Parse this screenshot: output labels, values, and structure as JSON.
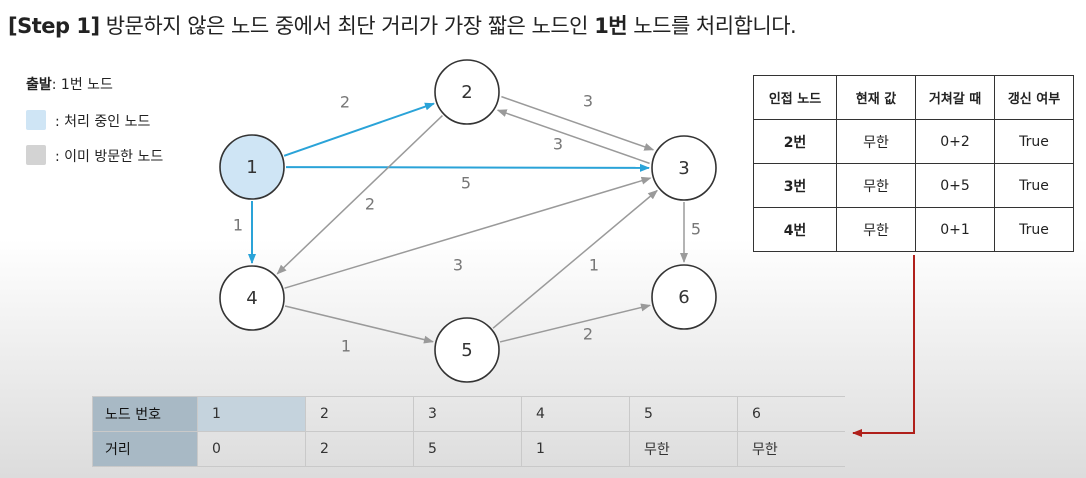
{
  "title": {
    "prefix": "[Step 1]",
    "text_before": " 방문하지 않은 노드 중에서 최단 거리가 가장 짧은 노드인 ",
    "highlight": "1번",
    "text_after": " 노드를 처리합니다."
  },
  "legend": {
    "start_label": "출발",
    "start_value": ": 1번 노드",
    "processing": ": 처리 중인 노드",
    "visited": ": 이미 방문한 노드"
  },
  "colors": {
    "processing_fill": "#cfe5f5",
    "visited_fill": "#d3d3d3",
    "active_edge": "#2aa3d8",
    "edge": "#9a9a9a",
    "pointer_arrow": "#b0201b",
    "table_header": "#a8b9c5"
  },
  "graph": {
    "nodes": [
      {
        "id": "1",
        "state": "processing"
      },
      {
        "id": "2",
        "state": "unvisited"
      },
      {
        "id": "3",
        "state": "unvisited"
      },
      {
        "id": "4",
        "state": "unvisited"
      },
      {
        "id": "5",
        "state": "unvisited"
      },
      {
        "id": "6",
        "state": "unvisited"
      }
    ],
    "edges": [
      {
        "from": "1",
        "to": "2",
        "weight": "2",
        "active": true
      },
      {
        "from": "1",
        "to": "3",
        "weight": "5",
        "active": true
      },
      {
        "from": "1",
        "to": "4",
        "weight": "1",
        "active": true
      },
      {
        "from": "2",
        "to": "3",
        "weight": "3",
        "active": false
      },
      {
        "from": "3",
        "to": "2",
        "weight": "3",
        "active": false
      },
      {
        "from": "2",
        "to": "4",
        "weight": "2",
        "active": false
      },
      {
        "from": "4",
        "to": "3",
        "weight": "3",
        "active": false
      },
      {
        "from": "4",
        "to": "5",
        "weight": "1",
        "active": false
      },
      {
        "from": "5",
        "to": "3",
        "weight": "1",
        "active": false
      },
      {
        "from": "5",
        "to": "6",
        "weight": "2",
        "active": false
      },
      {
        "from": "3",
        "to": "6",
        "weight": "5",
        "active": false
      }
    ]
  },
  "adjacency_table": {
    "headers": [
      "인접 노드",
      "현재 값",
      "거쳐갈 때",
      "갱신 여부"
    ],
    "rows": [
      [
        "2번",
        "무한",
        "0+2",
        "True"
      ],
      [
        "3번",
        "무한",
        "0+5",
        "True"
      ],
      [
        "4번",
        "무한",
        "0+1",
        "True"
      ]
    ]
  },
  "distance_table": {
    "row_labels": [
      "노드 번호",
      "거리"
    ],
    "nodes": [
      "1",
      "2",
      "3",
      "4",
      "5",
      "6"
    ],
    "distances": [
      "0",
      "2",
      "5",
      "1",
      "무한",
      "무한"
    ],
    "current_node_index": 0
  }
}
